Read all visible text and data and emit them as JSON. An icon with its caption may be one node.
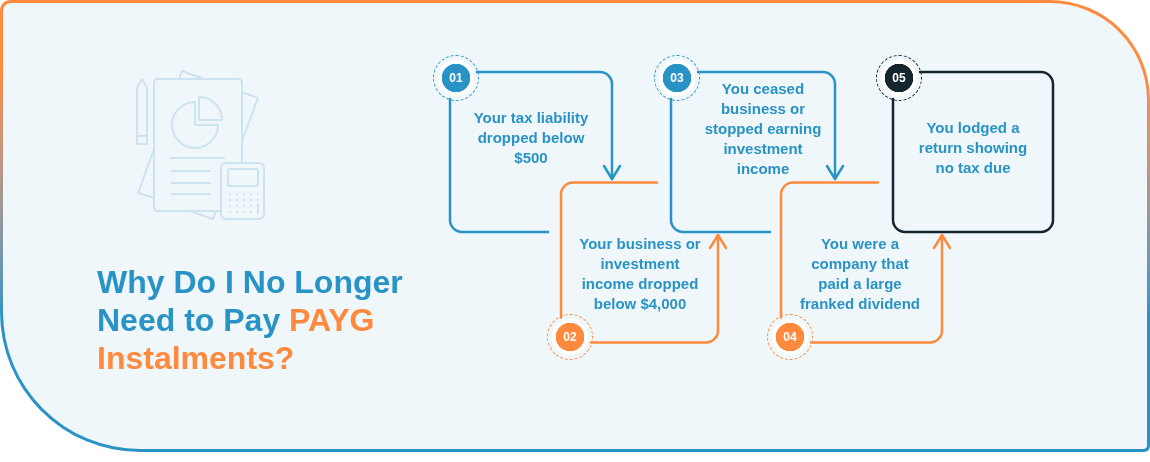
{
  "diagram": {
    "title": "Why Do I No Longer Need to Pay **PAYG Instalments?**",
    "nodes": [
      {
        "text": [
          "01",
          "Your tax liability dropped below $500"
        ]
      },
      {
        "text": [
          "02",
          "Your business or investment income dropped below $4,000"
        ]
      },
      {
        "text": [
          "03",
          "You ceased business or stopped earning investment income"
        ]
      },
      {
        "text": [
          "04",
          "You were a company that paid a large franked dividend"
        ]
      },
      {
        "text": [
          "05",
          "You lodged a return showing no tax due"
        ]
      }
    ],
    "edges": [
      {
        "from": 0,
        "to": 1,
        "arrow": "to"
      },
      {
        "from": 1,
        "to": 2,
        "arrow": "to",
        "color": "#ff8a3d"
      },
      {
        "from": 2,
        "to": 3,
        "arrow": "to"
      },
      {
        "from": 3,
        "to": 4,
        "arrow": "to",
        "color": "#ff8a3d"
      }
    ]
  }
}
